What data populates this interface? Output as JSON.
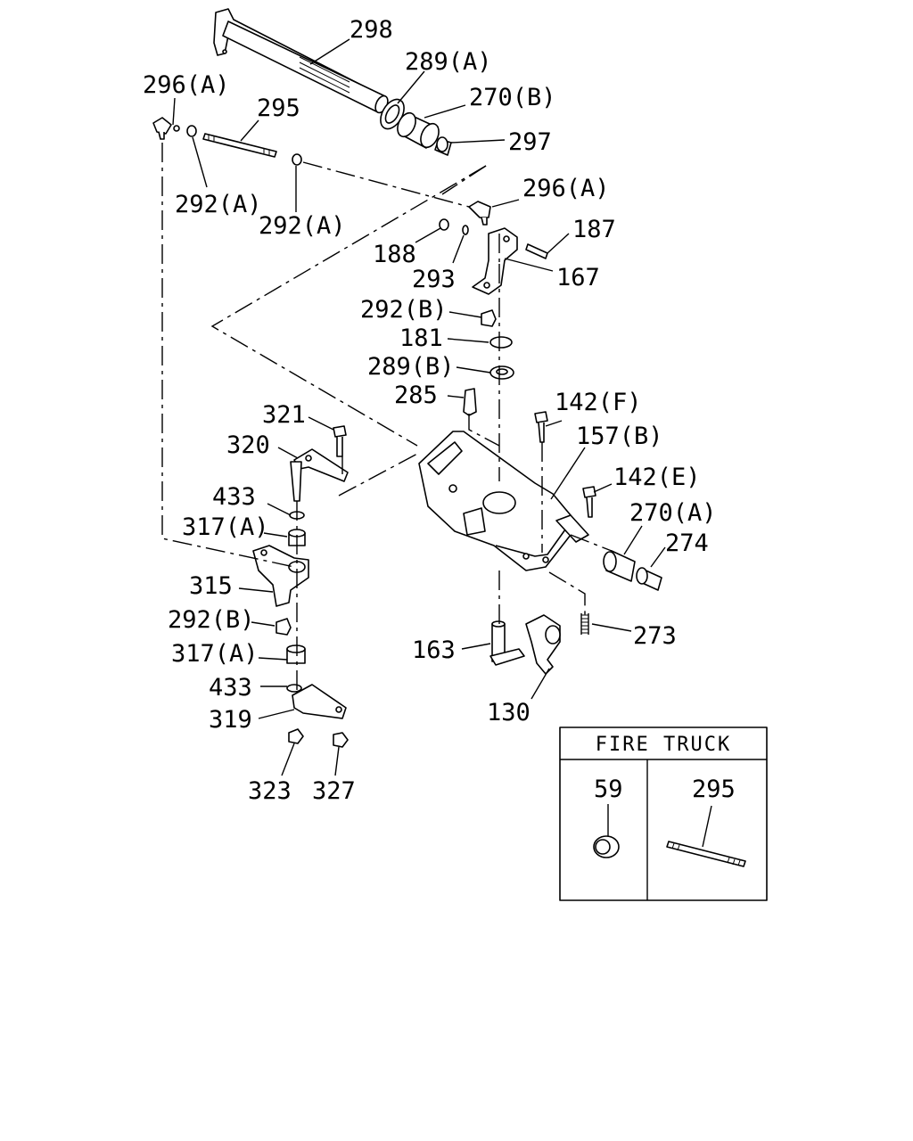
{
  "labels": {
    "p298": "298",
    "p289a": "289(A)",
    "p270b": "270(B)",
    "p297": "297",
    "p296a_left": "296(A)",
    "p295": "295",
    "p292a_1": "292(A)",
    "p292a_2": "292(A)",
    "p296a_right": "296(A)",
    "p187": "187",
    "p188": "188",
    "p293": "293",
    "p167": "167",
    "p292b_upper": "292(B)",
    "p181": "181",
    "p289b": "289(B)",
    "p285": "285",
    "p142f": "142(F)",
    "p157b": "157(B)",
    "p321": "321",
    "p320": "320",
    "p142e": "142(E)",
    "p433_upper": "433",
    "p270a": "270(A)",
    "p317a_upper": "317(A)",
    "p274": "274",
    "p315": "315",
    "p292b_lower": "292(B)",
    "p273": "273",
    "p163": "163",
    "p317a_lower": "317(A)",
    "p433_lower": "433",
    "p130": "130",
    "p319": "319",
    "p323": "323",
    "p327": "327"
  },
  "inset": {
    "title": "FIRE TRUCK",
    "p59": "59",
    "p295": "295"
  }
}
